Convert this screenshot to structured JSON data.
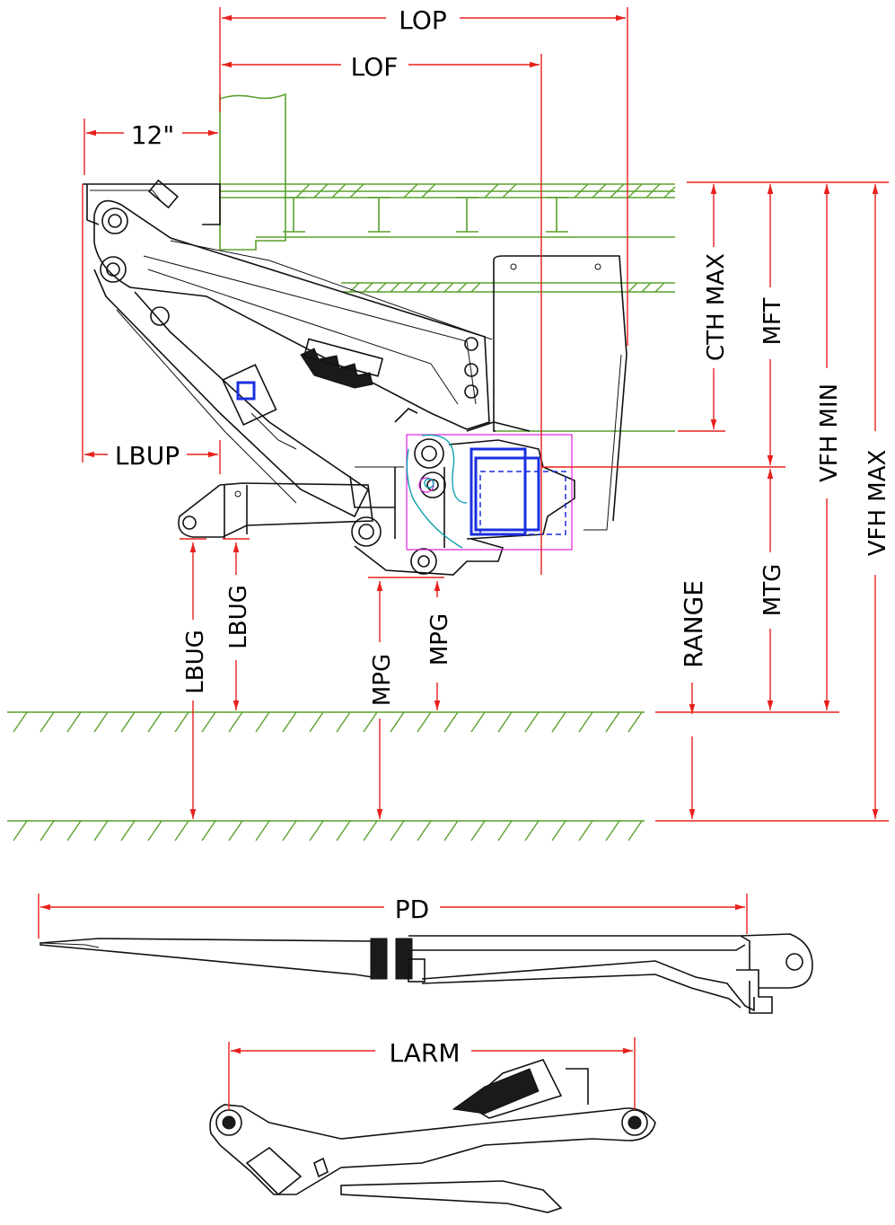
{
  "dimensions": {
    "lop": "LOP",
    "lof": "LOF",
    "setback": "12\"",
    "lbup": "LBUP",
    "cth_max": "CTH MAX",
    "mft": "MFT",
    "vfh_min": "VFH MIN",
    "vfh_max": "VFH MAX",
    "mtg": "MTG",
    "range": "RANGE",
    "lbug_upper": "LBUG",
    "lbug_lower": "LBUG",
    "mpg_upper": "MPG",
    "mpg_lower": "MPG",
    "pd": "PD",
    "larm": "LARM"
  },
  "colors": {
    "dimension": "#e8201c",
    "structure": "#5aa02c",
    "linework": "#111111",
    "control_box": "#1a2fe0",
    "highlight": "#e020e0",
    "pivot": "#10a0b0"
  }
}
